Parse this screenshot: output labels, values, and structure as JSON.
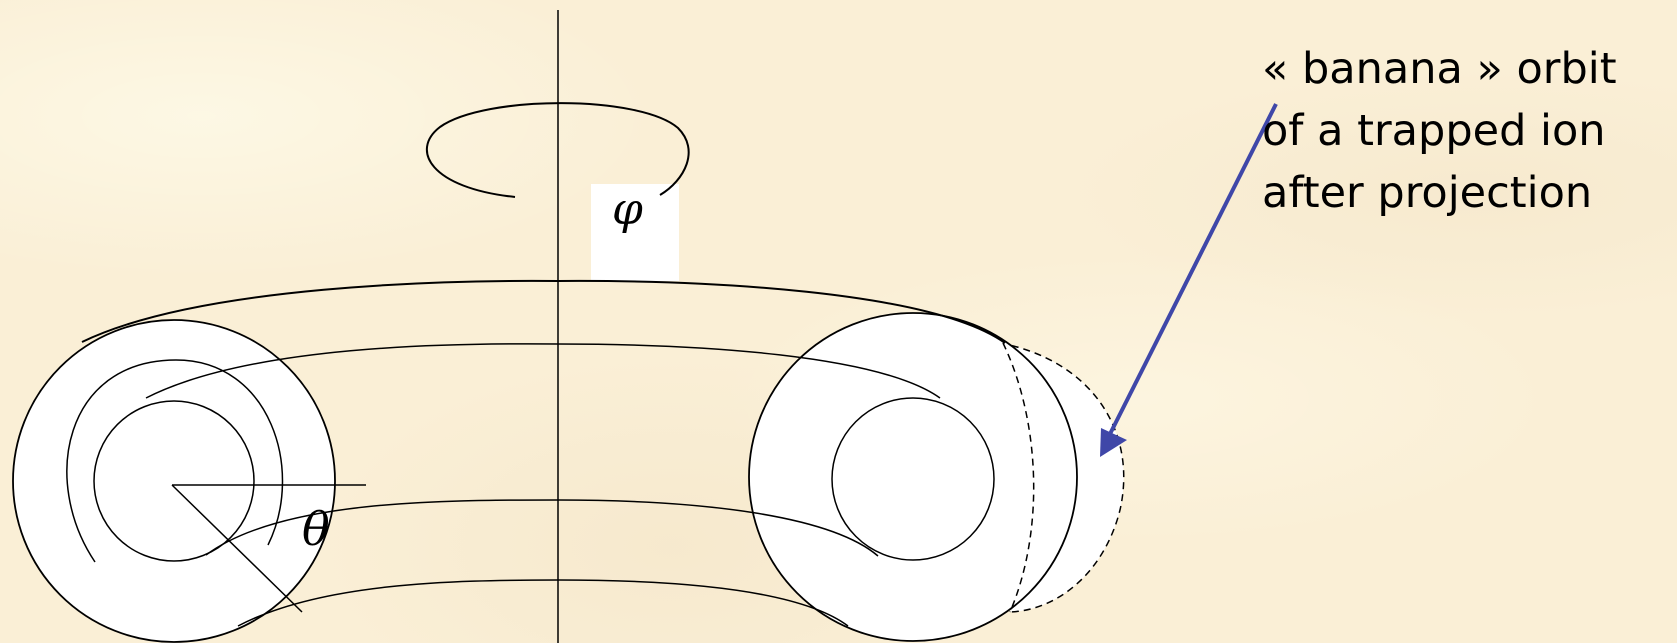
{
  "symbols": {
    "phi": "φ",
    "theta": "θ"
  },
  "annotation": {
    "lines": [
      "« banana » orbit",
      "of a trapped ion",
      "after projection"
    ]
  },
  "colors": {
    "background": "#faefd6",
    "arrow": "#3f47a8",
    "fill": "#ffffff",
    "stroke": "#000000"
  }
}
